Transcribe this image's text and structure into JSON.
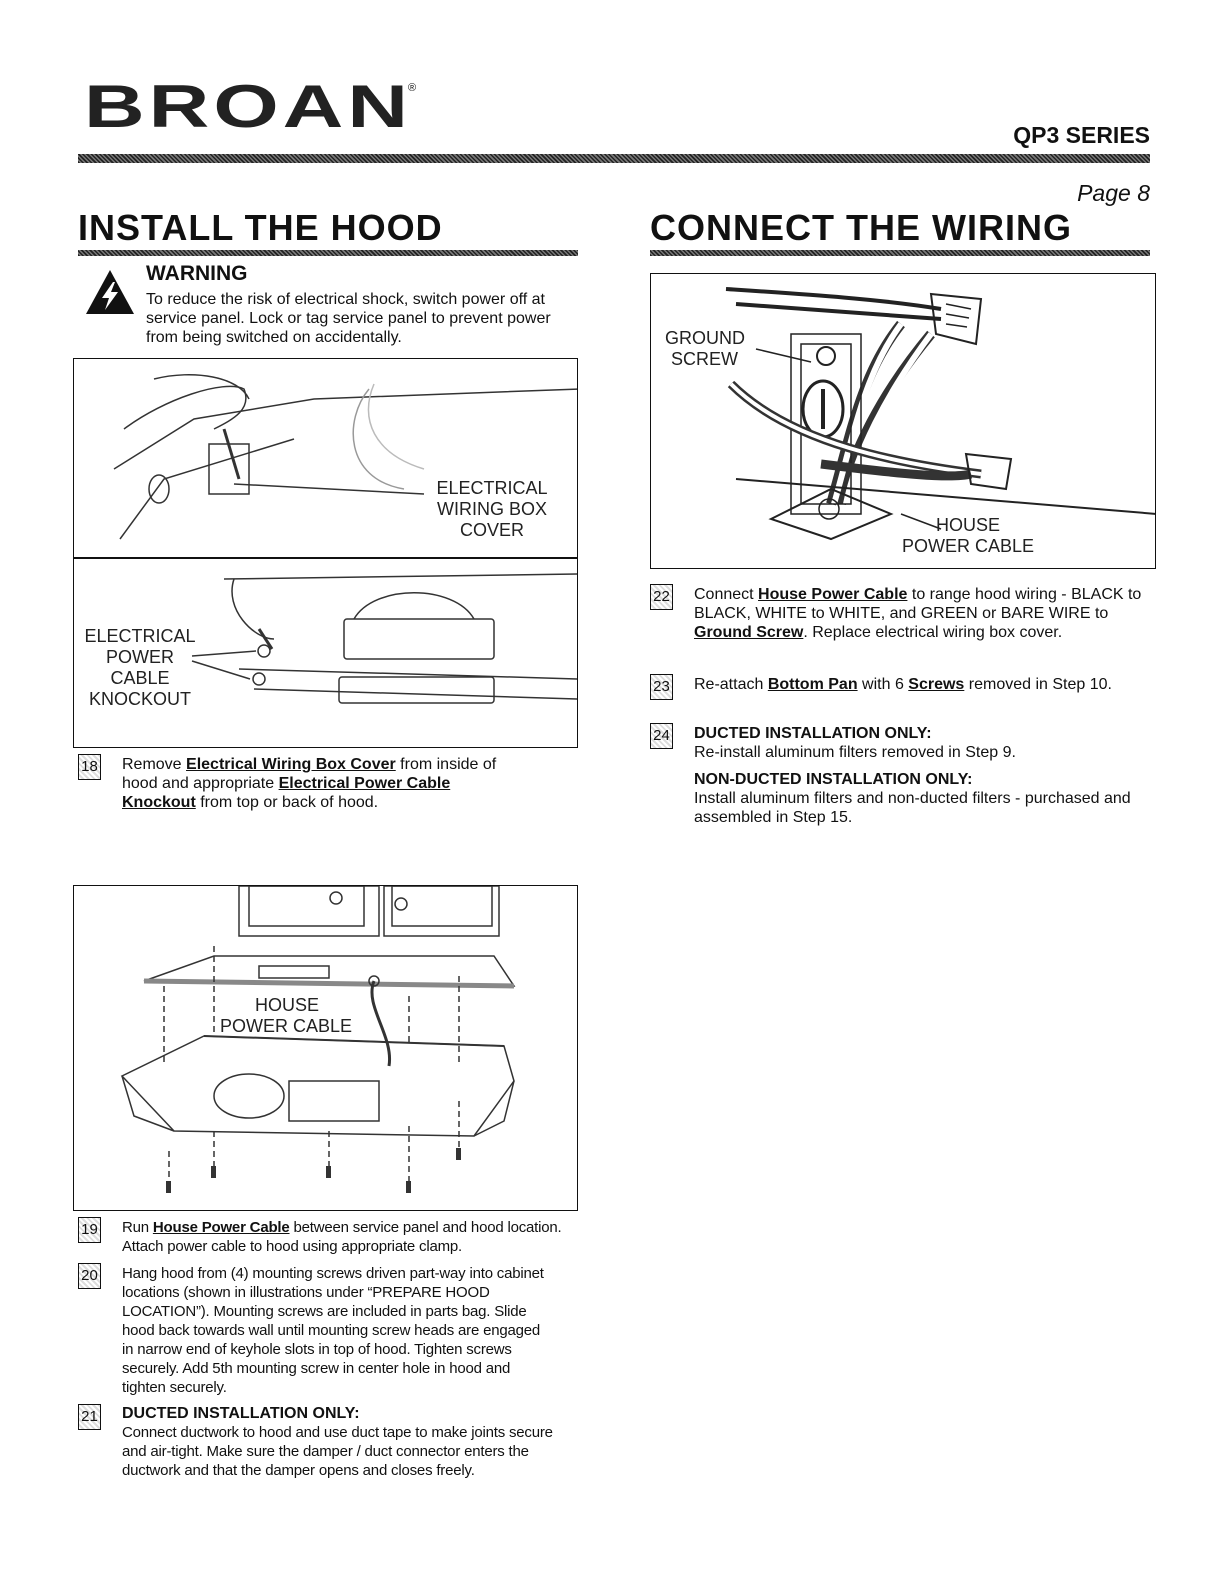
{
  "header": {
    "brand": "BROAN",
    "registered": "®",
    "series": "QP3 SERIES",
    "page": "Page 8"
  },
  "left": {
    "title": "INSTALL THE HOOD",
    "warning_title": "WARNING",
    "warning_text": "To reduce the risk of electrical shock, switch power off at service panel. Lock or tag service panel to prevent power from being switched on accidentally.",
    "fig1": {
      "label_cover": [
        "ELECTRICAL",
        "WIRING BOX",
        "COVER"
      ],
      "label_knockout": [
        "ELECTRICAL",
        "POWER",
        "CABLE",
        "KNOCKOUT"
      ]
    },
    "fig2": {
      "label_cable": [
        "HOUSE",
        "POWER CABLE"
      ]
    },
    "steps": [
      {
        "num": "18",
        "parts": [
          "Remove ",
          "Electrical Wiring Box Cover",
          " from inside of hood and appropriate ",
          "Electrical Power Cable Knockout",
          " from top or back of hood."
        ]
      },
      {
        "num": "19",
        "parts": [
          "Run ",
          "House Power Cable",
          " between service panel and hood location. Attach power cable to hood using appropriate clamp."
        ]
      },
      {
        "num": "20",
        "text": "Hang hood from (4) mounting screws driven part-way into cabinet locations (shown in illustrations under “PREPARE HOOD LOCATION”). Mounting screws are included in parts bag. Slide hood back towards wall until mounting screw heads are engaged in narrow end of keyhole slots in top of hood. Tighten screws securely. Add 5th mounting screw in center hole in hood and tighten securely."
      },
      {
        "num": "21",
        "heading": "DUCTED INSTALLATION ONLY:",
        "text": "Connect ductwork to hood and use duct tape to make joints secure and air-tight. Make sure the damper / duct connector enters the ductwork and that the damper opens and closes freely."
      }
    ]
  },
  "right": {
    "title": "CONNECT THE WIRING",
    "fig3": {
      "label_ground": [
        "GROUND",
        "SCREW"
      ],
      "label_cable": [
        "HOUSE",
        "POWER CABLE"
      ]
    },
    "steps": [
      {
        "num": "22",
        "parts": [
          "Connect ",
          "House Power Cable",
          " to range hood wiring - BLACK to BLACK, WHITE to WHITE, and GREEN or BARE WIRE to ",
          "Ground Screw",
          ". Replace electrical wiring box cover."
        ]
      },
      {
        "num": "23",
        "parts": [
          "Re-attach ",
          "Bottom Pan",
          " with 6 ",
          "Screws",
          " removed in Step 10."
        ]
      },
      {
        "num": "24",
        "heading": "DUCTED INSTALLATION ONLY:",
        "text": "Re-install aluminum filters removed in Step 9.",
        "heading2": "NON-DUCTED INSTALLATION ONLY:",
        "text2": "Install aluminum filters and non-ducted filters - purchased and assembled in Step 15."
      }
    ]
  }
}
